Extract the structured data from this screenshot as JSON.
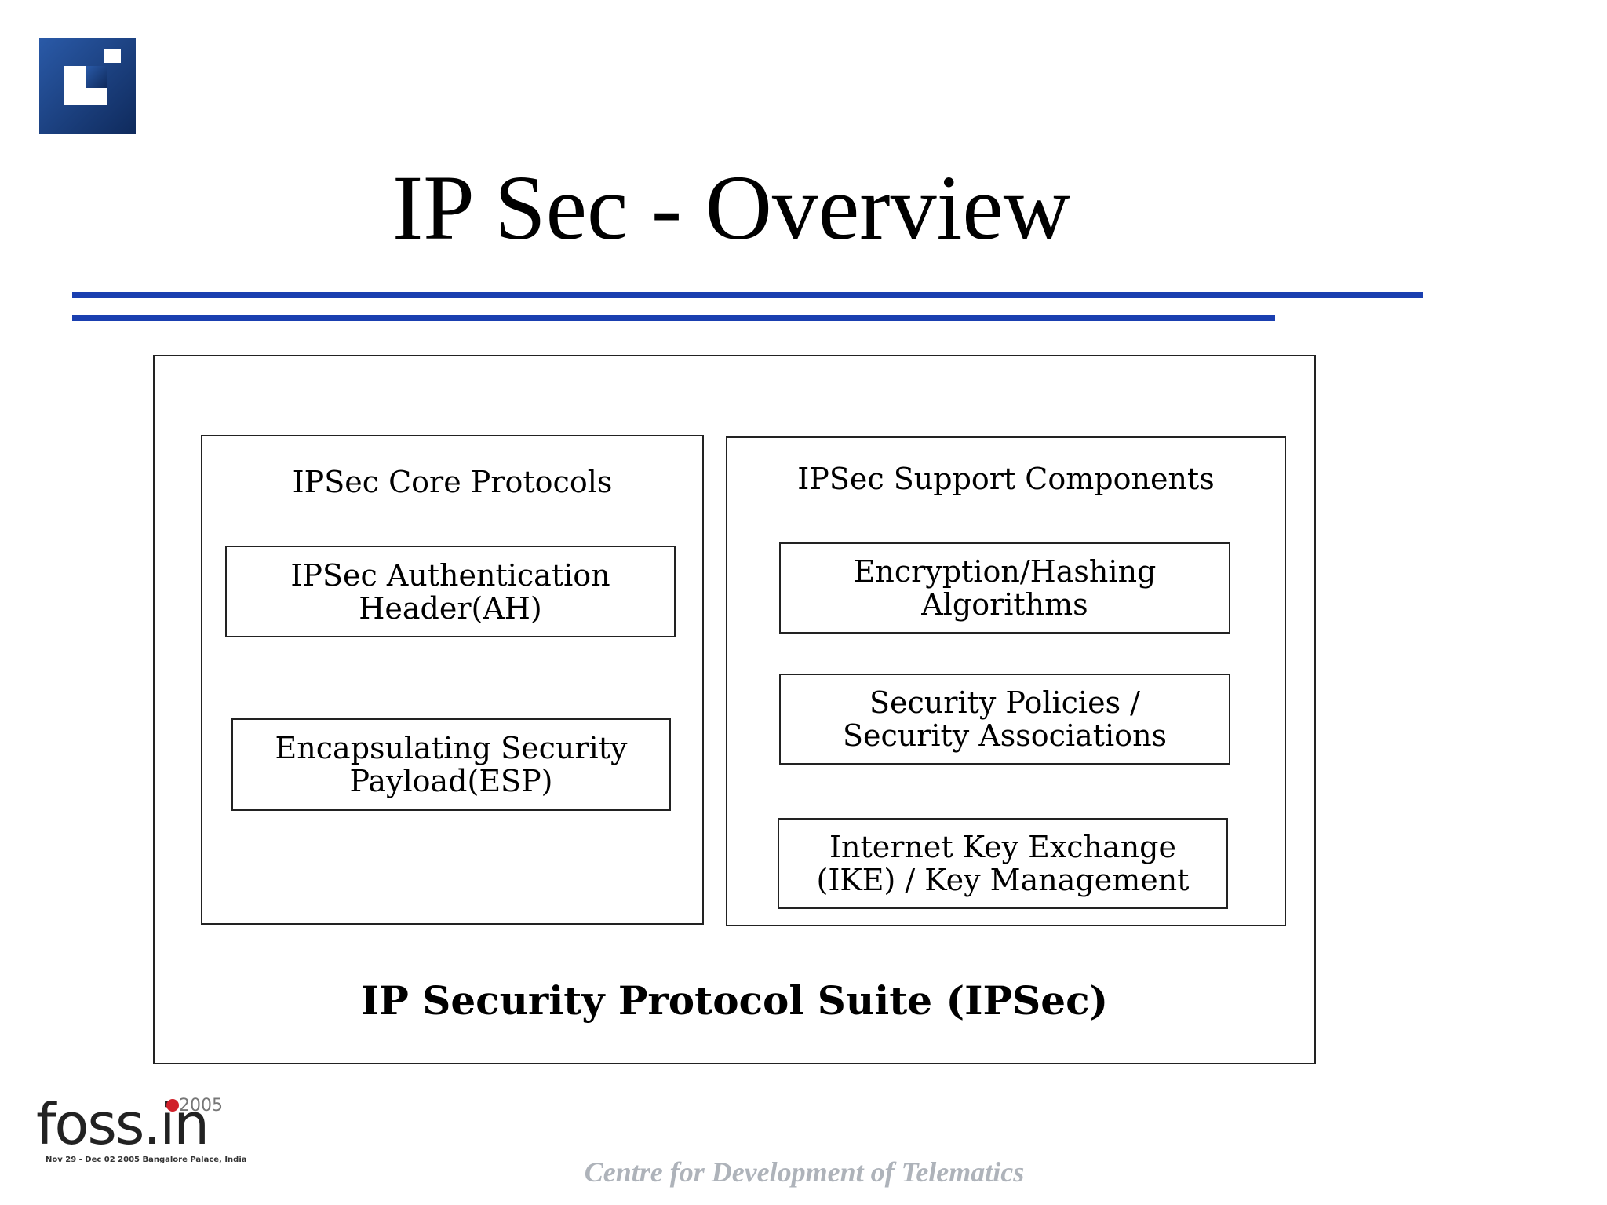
{
  "colors": {
    "rule": "#1a3fb0",
    "logo": "#1b3d7d",
    "footer": "#aeb3ba"
  },
  "logo": {
    "icon": "cdac-logo-icon"
  },
  "slide": {
    "title": "IP Sec - Overview"
  },
  "diagram": {
    "left_group": {
      "title": "IPSec Core Protocols",
      "items": [
        "IPSec  Authentication\n      Header(AH)",
        "Encapsulating Security\n      Payload(ESP)"
      ]
    },
    "right_group": {
      "title": "IPSec Support Components",
      "items": [
        "Encryption/Hashing\nAlgorithms",
        "Security Policies /\nSecurity  Associations",
        "Internet Key Exchange\n(IKE) / Key Management"
      ]
    },
    "suite_label": "IP Security Protocol Suite (IPSec)"
  },
  "branding": {
    "foss_text": "foss.in",
    "foss_year": "2005",
    "foss_sub": "Nov 29 - Dec 02 2005    Bangalore Palace, India",
    "footer": "Centre for Development of Telematics"
  }
}
